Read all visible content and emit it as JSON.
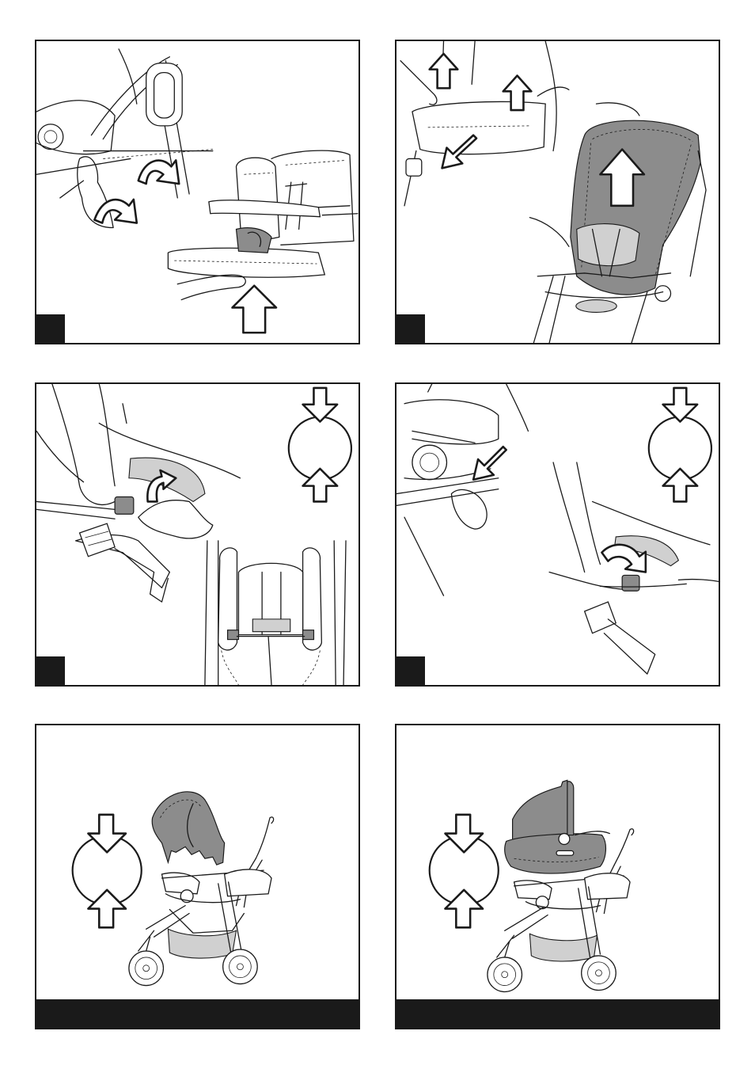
{
  "page": {
    "background": "#ffffff",
    "ink_color": "#1a1a1a",
    "fill_gray": "#8c8c8c"
  },
  "panels": [
    {
      "id": "panel-1",
      "content": "remove-bumper-bar-illustration",
      "marker": "step-tab"
    },
    {
      "id": "panel-2",
      "content": "remove-seat-fabric-illustration",
      "marker": "step-tab"
    },
    {
      "id": "panel-3",
      "content": "unhook-harness-illustration",
      "marker": "step-tab"
    },
    {
      "id": "panel-4",
      "content": "hook-harness-illustration",
      "marker": "step-tab"
    },
    {
      "id": "panel-5",
      "content": "car-seat-on-stroller-illustration",
      "marker": "bottom-bar"
    },
    {
      "id": "panel-6",
      "content": "carrycot-on-stroller-illustration",
      "marker": "bottom-bar"
    }
  ],
  "icons": [
    "push-in-circle-icon",
    "up-arrow-icon",
    "curved-arrow-icon"
  ]
}
